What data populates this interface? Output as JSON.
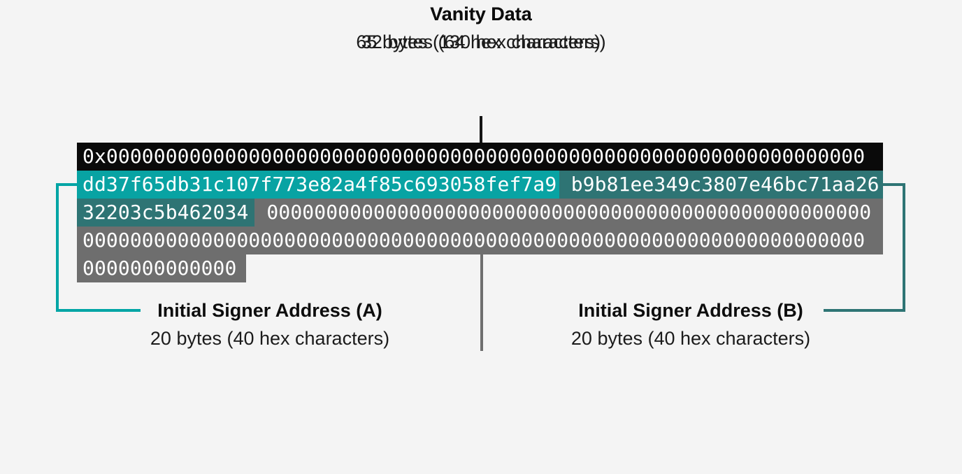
{
  "colors": {
    "background": "#f4f4f4",
    "black_row": "#0a0a0a",
    "teal_a": "#08a3a3",
    "teal_b": "#2e7474",
    "gray": "#6e6e6e",
    "hex_text": "#ffffff",
    "label_text": "#151515",
    "bracket_a": "#00a5a5",
    "bracket_b": "#2e7474",
    "connector_top": "#141414",
    "connector_bottom": "#6e6e6e"
  },
  "top_label": {
    "title": "Vanity Data",
    "subtitle": "32 bytes (64 hex characters)"
  },
  "bottom_label": {
    "title": "Vanity Data",
    "subtitle": "65 bytes (130 hex characters)"
  },
  "label_a": {
    "title": "Initial Signer Address (A)",
    "subtitle": "20 bytes (40 hex characters)"
  },
  "label_b": {
    "title": "Initial Signer Address (B)",
    "subtitle": "20 bytes (40 hex characters)"
  },
  "hex_rows": {
    "row1": "0x0000000000000000000000000000000000000000000000000000000000000000",
    "row2_signer_a": "dd37f65db31c107f773e82a4f85c693058fef7a9",
    "row2_signer_b": "b9b81ee349c3807e46bc71aa26",
    "row3_signer_b": "32203c5b462034",
    "row3_zeros": "000000000000000000000000000000000000000000000000000",
    "row4_zeros": "000000000000000000000000000000000000000000000000000000000000000000",
    "row5_zeros": "0000000000000"
  }
}
